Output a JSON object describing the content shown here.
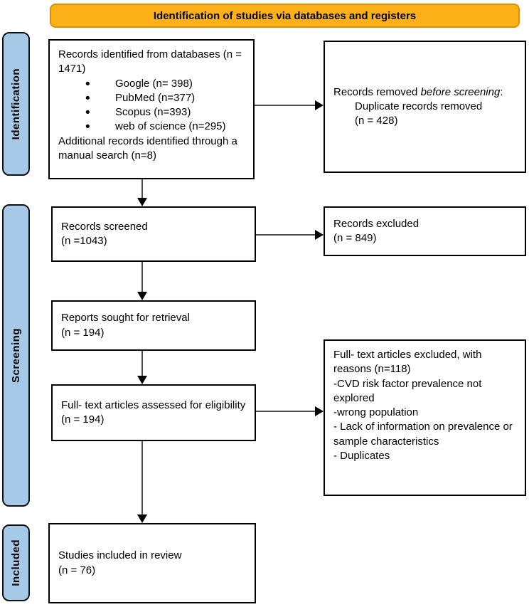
{
  "banner": {
    "title": "Identification of studies via databases and registers"
  },
  "sidebar": {
    "identification": "Identification",
    "screening": "Screening",
    "included": "Included"
  },
  "boxes": {
    "identified": {
      "intro": "Records identified from databases (n = 1471)",
      "bullets": [
        "Google (n= 398)",
        "PubMed (n=377)",
        "Scopus (n=393)",
        "web of science (n=295)"
      ],
      "outro": "Additional records identified through a manual search (n=8)"
    },
    "removed": {
      "pre": "Records removed ",
      "italic": "before screening",
      "suffix": ":",
      "detail": "Duplicate records removed\n(n = 428)"
    },
    "screened": {
      "text": "Records screened\n(n =1043)"
    },
    "excluded": {
      "text": "Records excluded\n(n = 849)"
    },
    "sought": {
      "text": "Reports sought for retrieval\n(n = 194)"
    },
    "fulltext": {
      "text": "Full- text articles assessed for eligibility\n(n = 194)"
    },
    "fulltext_excluded": {
      "text": "Full- text articles excluded, with reasons (n=118)\n-CVD risk factor prevalence not explored\n-wrong population\n- Lack of information on prevalence or sample characteristics\n- Duplicates"
    },
    "included": {
      "text": "Studies included in review\n(n = 76)"
    }
  },
  "colors": {
    "banner_fill": "#FBB117",
    "banner_border": "#E38C00",
    "stage_fill": "#A6C9E8",
    "stage_border": "#111111",
    "box_border": "#000000",
    "arrow_line": "#4D4D4D",
    "arrow_head": "#000000"
  }
}
